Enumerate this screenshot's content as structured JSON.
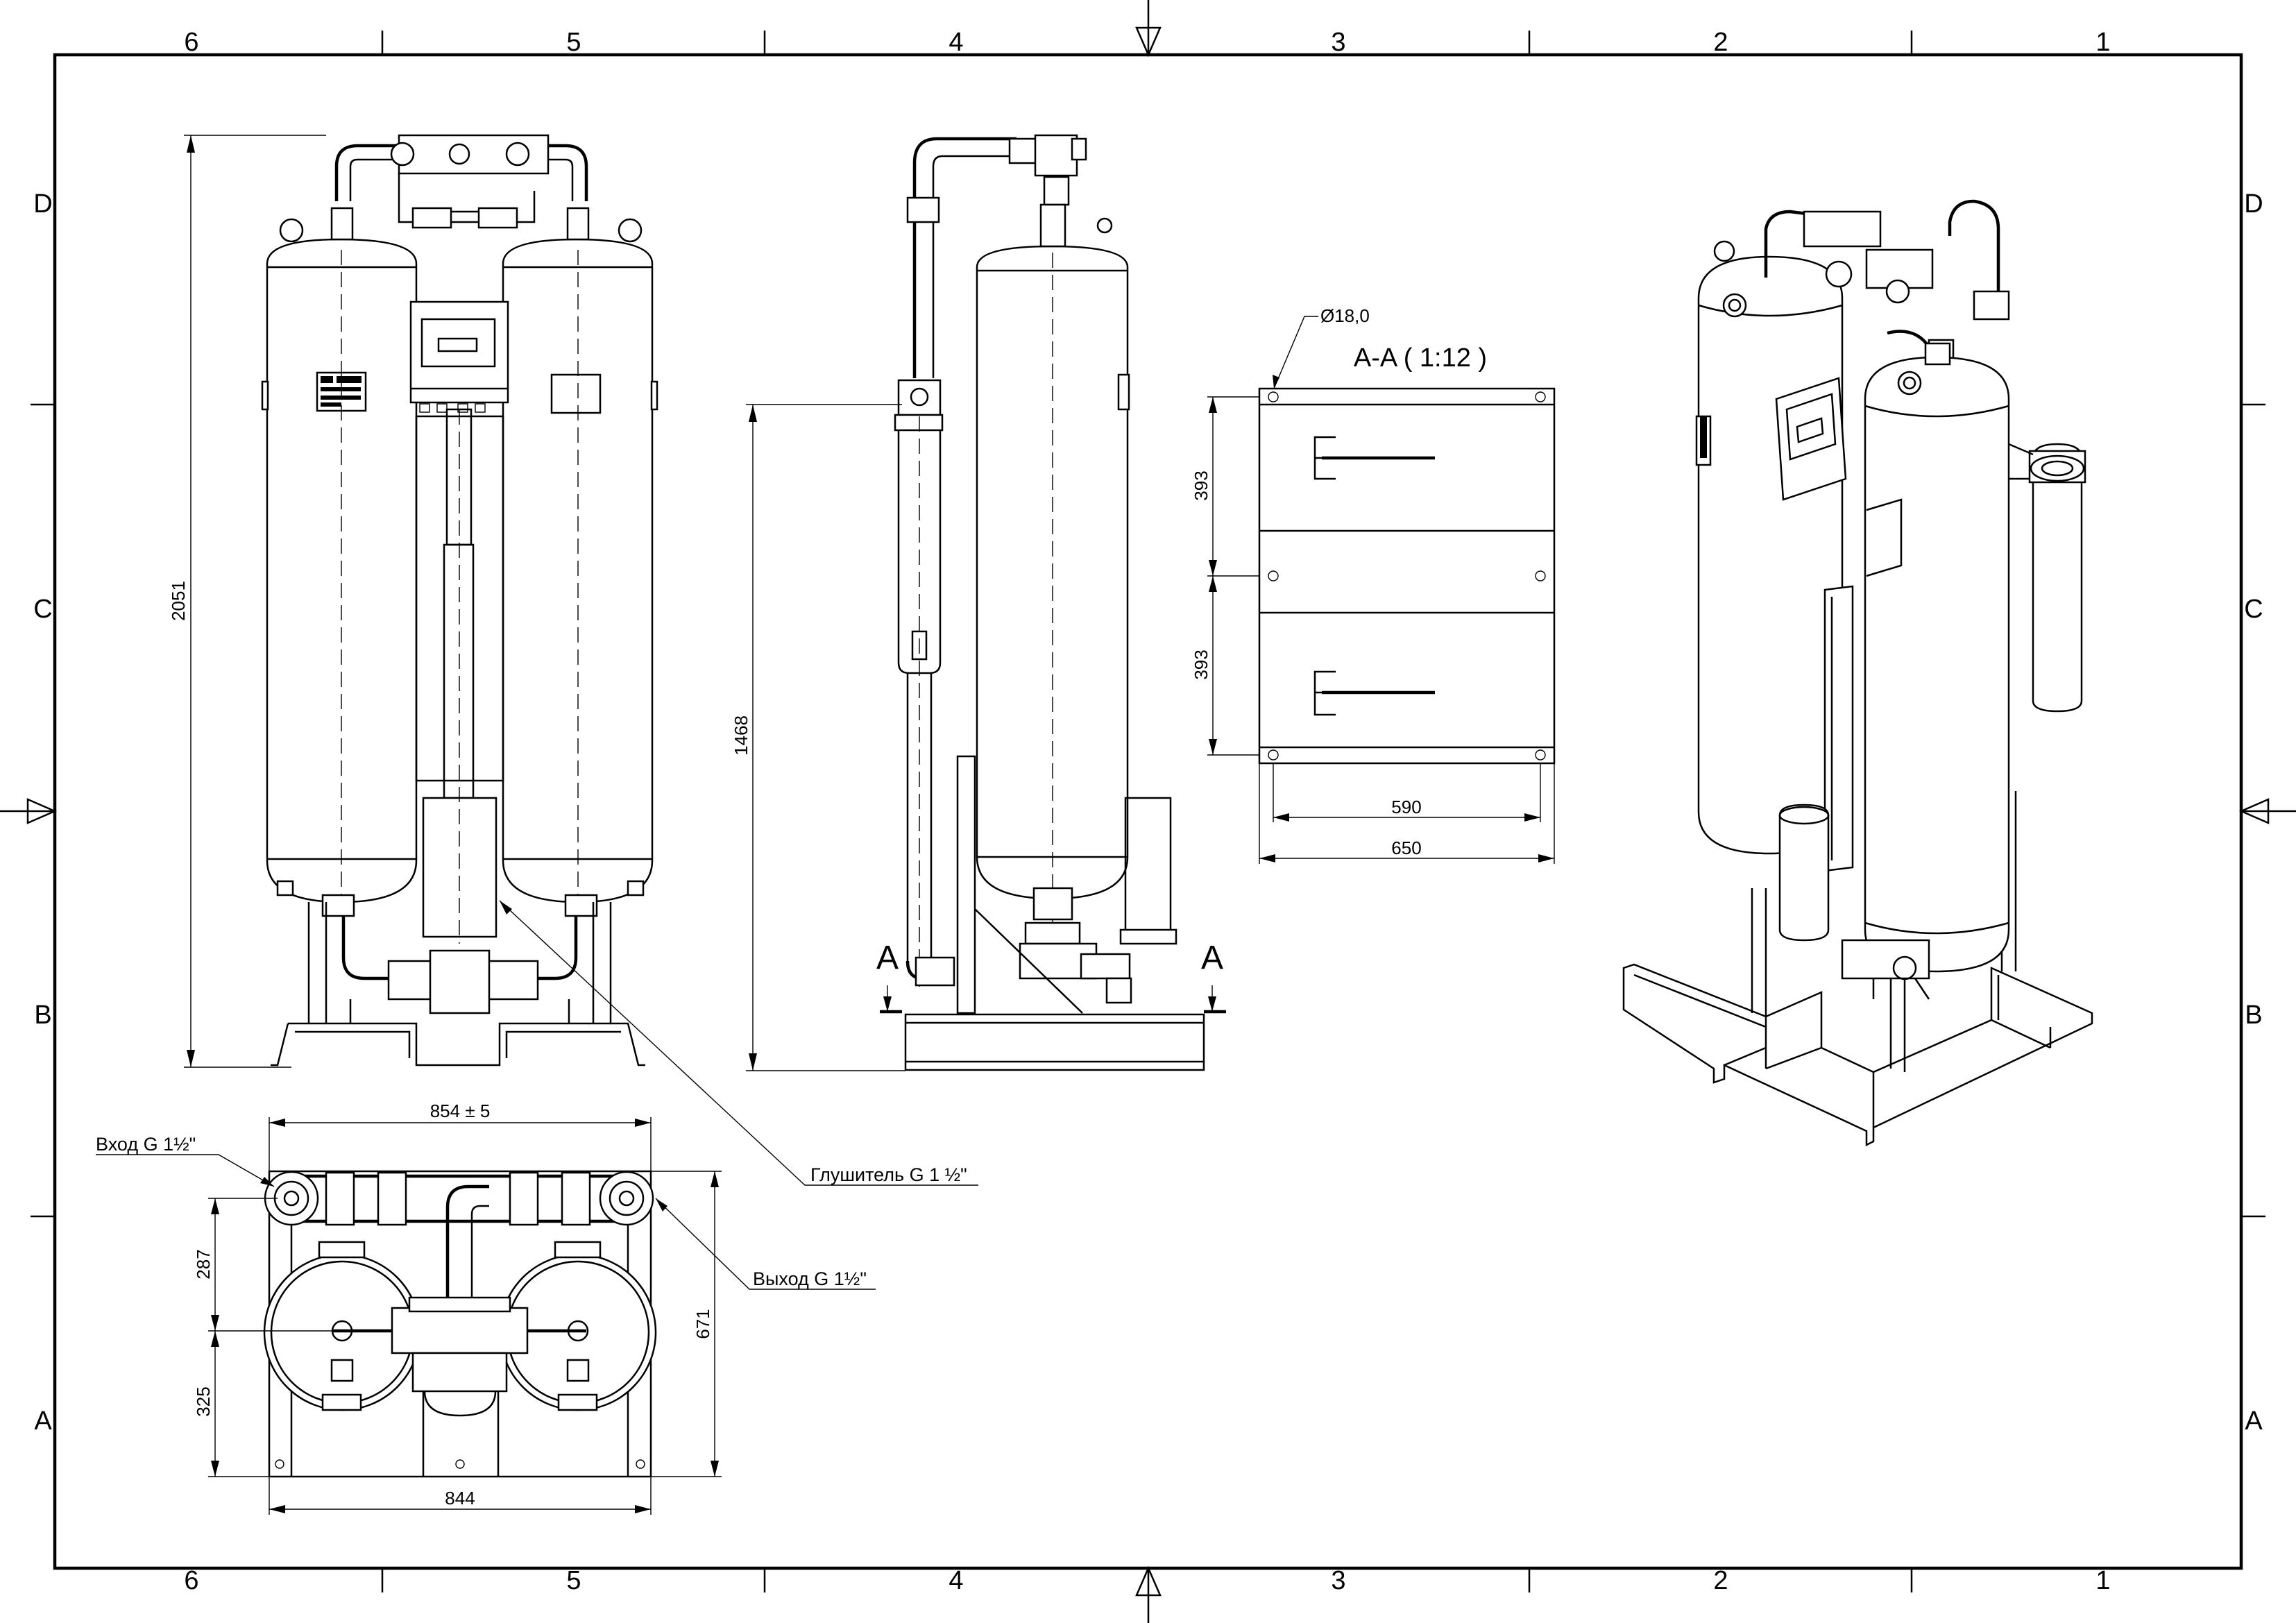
{
  "frame": {
    "columns": [
      "6",
      "5",
      "4",
      "3",
      "2",
      "1"
    ],
    "rows": [
      "D",
      "C",
      "B",
      "A"
    ]
  },
  "front_view": {
    "height_dim": "2051"
  },
  "side_view": {
    "height_dim": "1468",
    "section_mark_left": "A",
    "section_mark_right": "A"
  },
  "section_view": {
    "title": "A-A ( 1:12 )",
    "hole_dim": "Ø18,0",
    "dim_upper": "393",
    "dim_lower": "393",
    "dim_inner_width": "590",
    "dim_outer_width": "650"
  },
  "top_view": {
    "width_top": "854 ± 5",
    "width_bottom": "844",
    "depth_right": "671",
    "depth_upper_left": "287",
    "depth_lower_left": "325",
    "callout_inlet": "Вход G 1½\"",
    "callout_outlet": "Выход G 1½\"",
    "callout_silencer": "Глушитель G 1 ½\""
  }
}
